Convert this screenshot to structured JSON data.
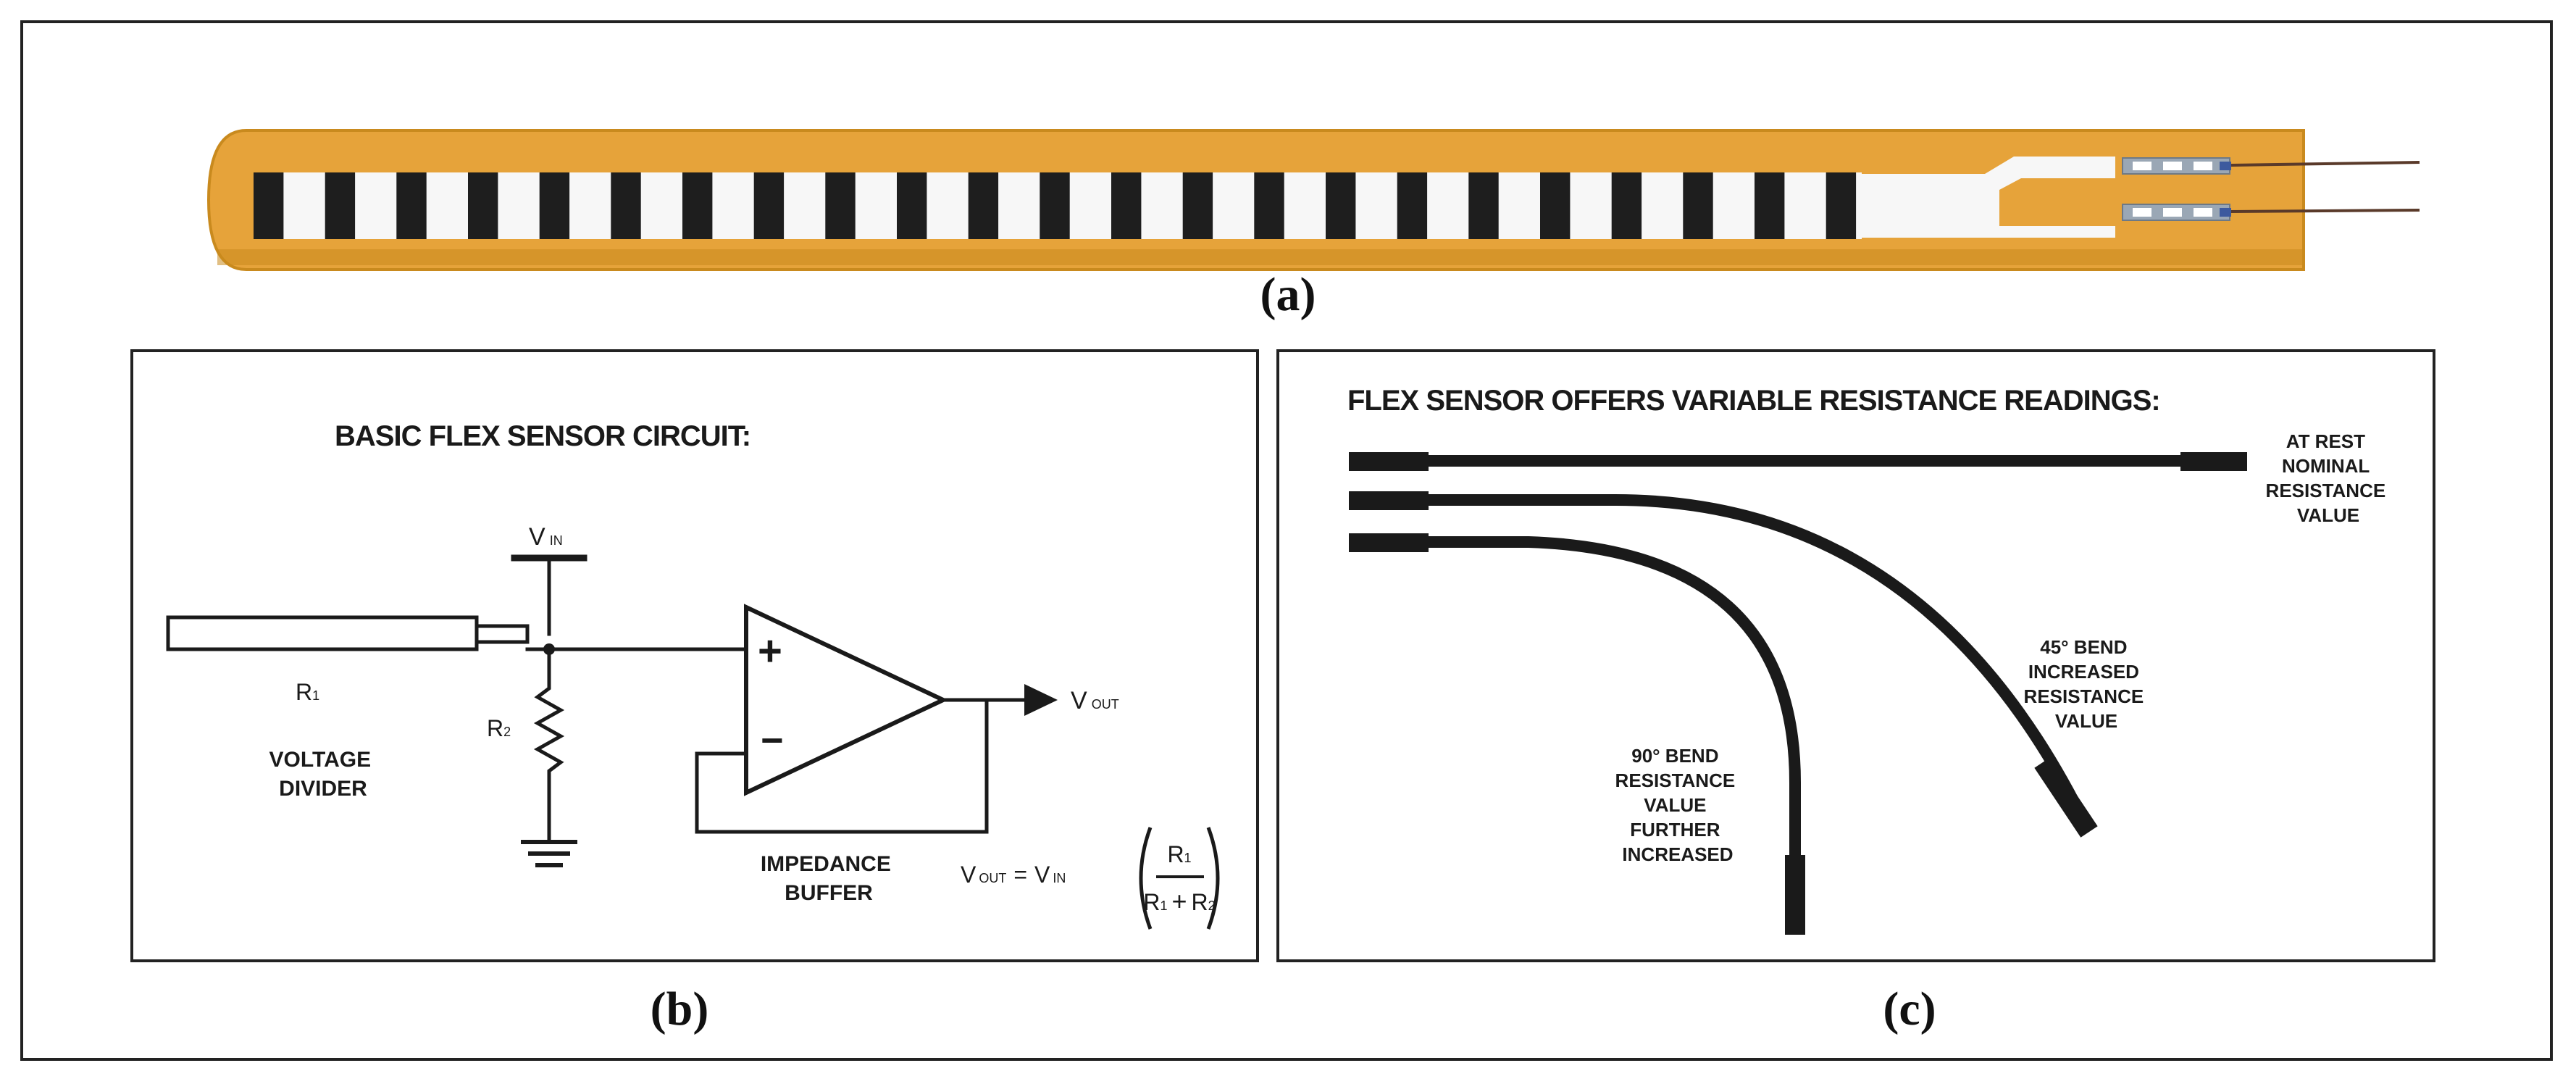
{
  "labels": {
    "a": "(a)",
    "b": "(b)",
    "c": "(c)"
  },
  "panel_b": {
    "title": "BASIC FLEX SENSOR CIRCUIT:",
    "vin": {
      "main": "V",
      "sub": "IN"
    },
    "vout": {
      "main": "V",
      "sub": "OUT"
    },
    "r1": {
      "main": "R",
      "sub": "1"
    },
    "r2": {
      "main": "R",
      "sub": "2"
    },
    "plus": "+",
    "minus": "−",
    "voltage_divider": [
      "VOLTAGE",
      "DIVIDER"
    ],
    "impedance_buffer": [
      "IMPEDANCE",
      "BUFFER"
    ],
    "formula": {
      "lhs_main": "V",
      "lhs_sub": "OUT",
      "eq": "=",
      "vin_main": "V",
      "vin_sub": "IN",
      "num_main": "R",
      "num_sub": "1",
      "den_a_main": "R",
      "den_a_sub": "1",
      "den_plus": "+",
      "den_b_main": "R",
      "den_b_sub": "2"
    }
  },
  "panel_c": {
    "title": "FLEX SENSOR OFFERS VARIABLE RESISTANCE READINGS:",
    "at_rest": [
      "AT REST",
      "NOMINAL",
      "RESISTANCE",
      "VALUE"
    ],
    "bend45": [
      "45° BEND",
      "INCREASED",
      "RESISTANCE",
      "VALUE"
    ],
    "bend90": [
      "90° BEND",
      "RESISTANCE",
      "VALUE",
      "FURTHER",
      "INCREASED"
    ]
  },
  "colors": {
    "sensor_body": "#e6a33a",
    "sensor_edge": "#c98a1e",
    "segment_dark": "#1e1e1e",
    "segment_light": "#f7f7f7",
    "ink": "#1a1a1a"
  }
}
